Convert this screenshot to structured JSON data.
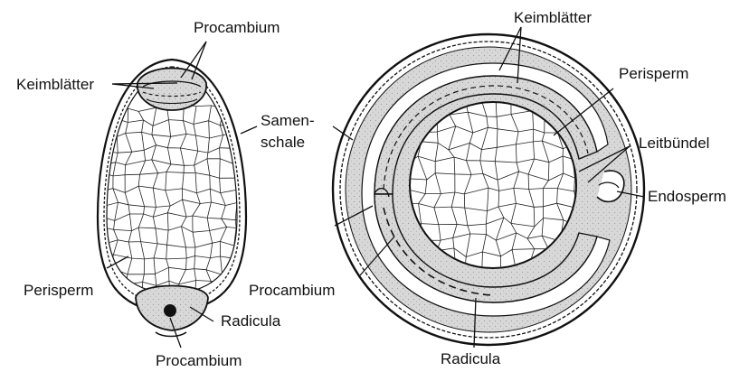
{
  "figure": {
    "labels": {
      "procambium_top": "Procambium",
      "keimblaetter_left": "Keimblätter",
      "samen_line1": "Samen-",
      "samen_line2": "schale",
      "perisperm_left": "Perisperm",
      "radicula_left": "Radicula",
      "procambium_bottom_left": "Procambium",
      "keimblaetter_right": "Keimblätter",
      "perisperm_right": "Perisperm",
      "leitbuendel": "Leitbündel",
      "endosperm": "Endosperm",
      "procambium_right": "Procambium",
      "radicula_right": "Radicula"
    },
    "colors": {
      "ink": "#111111",
      "stipple": "#d2d2d2",
      "background": "#ffffff"
    }
  }
}
